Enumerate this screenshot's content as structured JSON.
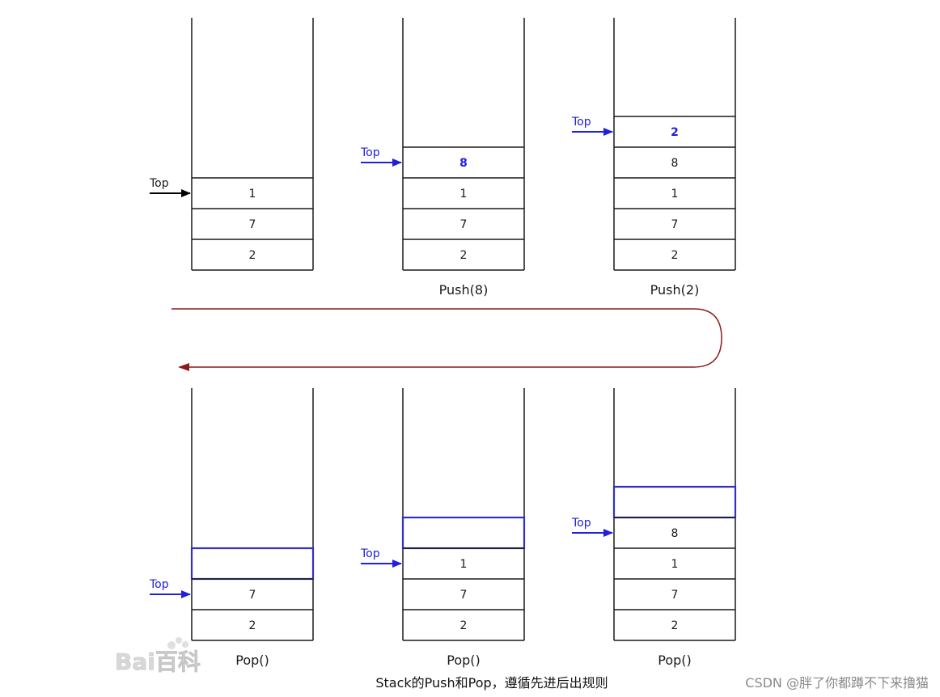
{
  "colors": {
    "line": "#1a1a1a",
    "blue": "#2020dd",
    "highlight": "#3030c8",
    "arrow_black": "#000000",
    "flow_arrow": "#8b1a1a",
    "watermark": "#c8c8c8",
    "credit": "#8a8a8a"
  },
  "stacks": [
    {
      "id": "initial",
      "caption": "",
      "top_label": "Top",
      "top_arrow": "black",
      "cells": [
        {
          "value": "1"
        },
        {
          "value": "7"
        },
        {
          "value": "2"
        }
      ]
    },
    {
      "id": "push-8",
      "caption": "Push(8)",
      "top_label": "Top",
      "top_arrow": "blue",
      "cells": [
        {
          "value": "8",
          "bold": true
        },
        {
          "value": "1"
        },
        {
          "value": "7"
        },
        {
          "value": "2"
        }
      ]
    },
    {
      "id": "push-2",
      "caption": "Push(2)",
      "top_label": "Top",
      "top_arrow": "blue",
      "cells": [
        {
          "value": "2",
          "bold": true
        },
        {
          "value": "8"
        },
        {
          "value": "1"
        },
        {
          "value": "7"
        },
        {
          "value": "2"
        }
      ]
    },
    {
      "id": "pop-3",
      "caption": "Pop()",
      "top_label": "Top",
      "top_arrow": "blue",
      "cells": [
        {
          "value": "",
          "highlight": true
        },
        {
          "value": "7"
        },
        {
          "value": "2"
        }
      ]
    },
    {
      "id": "pop-2",
      "caption": "Pop()",
      "top_label": "Top",
      "top_arrow": "blue",
      "cells": [
        {
          "value": "",
          "highlight": true
        },
        {
          "value": "1"
        },
        {
          "value": "7"
        },
        {
          "value": "2"
        }
      ]
    },
    {
      "id": "pop-1",
      "caption": "Pop()",
      "top_label": "Top",
      "top_arrow": "blue",
      "cells": [
        {
          "value": "",
          "highlight": true
        },
        {
          "value": "8"
        },
        {
          "value": "1"
        },
        {
          "value": "7"
        },
        {
          "value": "2"
        }
      ]
    }
  ],
  "caption": "Stack的Push和Pop，遵循先进后出规则",
  "watermark": "Bai百科",
  "credit": "CSDN @胖了你都蹲不下来撸猫"
}
